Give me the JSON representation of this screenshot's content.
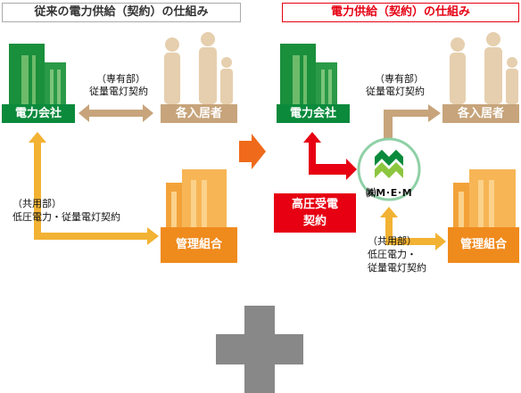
{
  "left": {
    "title": "従来の電力供給（契約）の仕組み",
    "company": "電力会社",
    "residents": "各入居者",
    "union": "管理組合",
    "private_note_1": "（専有部）",
    "private_note_2": "従量電灯契約",
    "common_note_1": "（共用部）",
    "common_note_2": "低圧電力・従量電灯契約"
  },
  "right": {
    "title": "電力供給（契約）の仕組み",
    "company": "電力会社",
    "residents": "各入居者",
    "union": "管理組合",
    "high_voltage_1": "高圧受電",
    "high_voltage_2": "契約",
    "mem_label": "㈱M･E･M",
    "private_note_1": "（専有部）",
    "private_note_2": "従量電灯契約",
    "common_note_1": "（共用部）",
    "common_note_2": "低圧電力・",
    "common_note_3": "従量電灯契約"
  },
  "colors": {
    "green": "#0b8a3c",
    "tan": "#c7a47b",
    "orange": "#ef8a1c",
    "red": "#e60012",
    "gray": "#888888"
  }
}
